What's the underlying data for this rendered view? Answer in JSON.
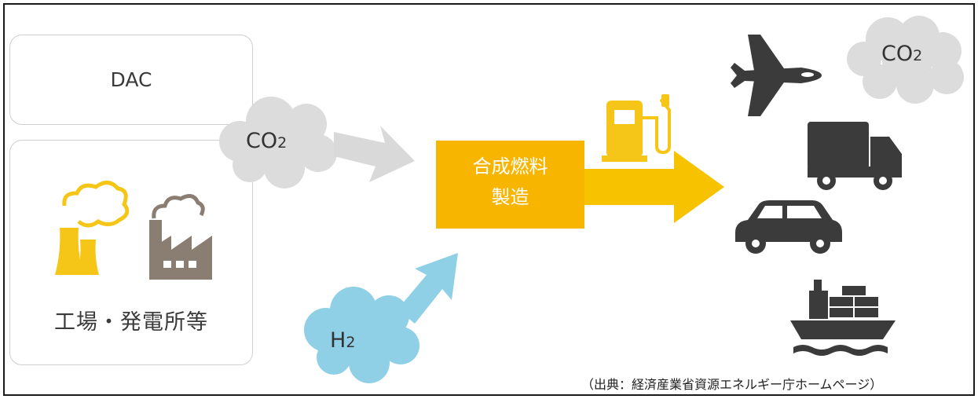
{
  "nodes": {
    "dac": "DAC",
    "factory": "工場・発電所等",
    "synthesis_line1": "合成燃料",
    "synthesis_line2": "製造",
    "co2_source": "CO",
    "co2_source_sub": "2",
    "co2_emission": "CO",
    "co2_emission_sub": "2",
    "h2": "H",
    "h2_sub": "2"
  },
  "uses": {
    "icons": [
      "airplane-icon",
      "truck-icon",
      "car-icon",
      "ship-icon"
    ]
  },
  "source_note": "（出典：経済産業省資源エネルギー庁ホームページ）",
  "colors": {
    "synthesis": "#f7b500",
    "fuel_arrow": "#f7c300",
    "co2_arrow": "#d9d9d9",
    "cloud_gray": "#dcdcdc",
    "h2_blue": "#8fd0e6",
    "factory_yellow": "#f5c518",
    "factory_brown": "#8a7d72",
    "vehicle_dark": "#3b3b3b"
  }
}
